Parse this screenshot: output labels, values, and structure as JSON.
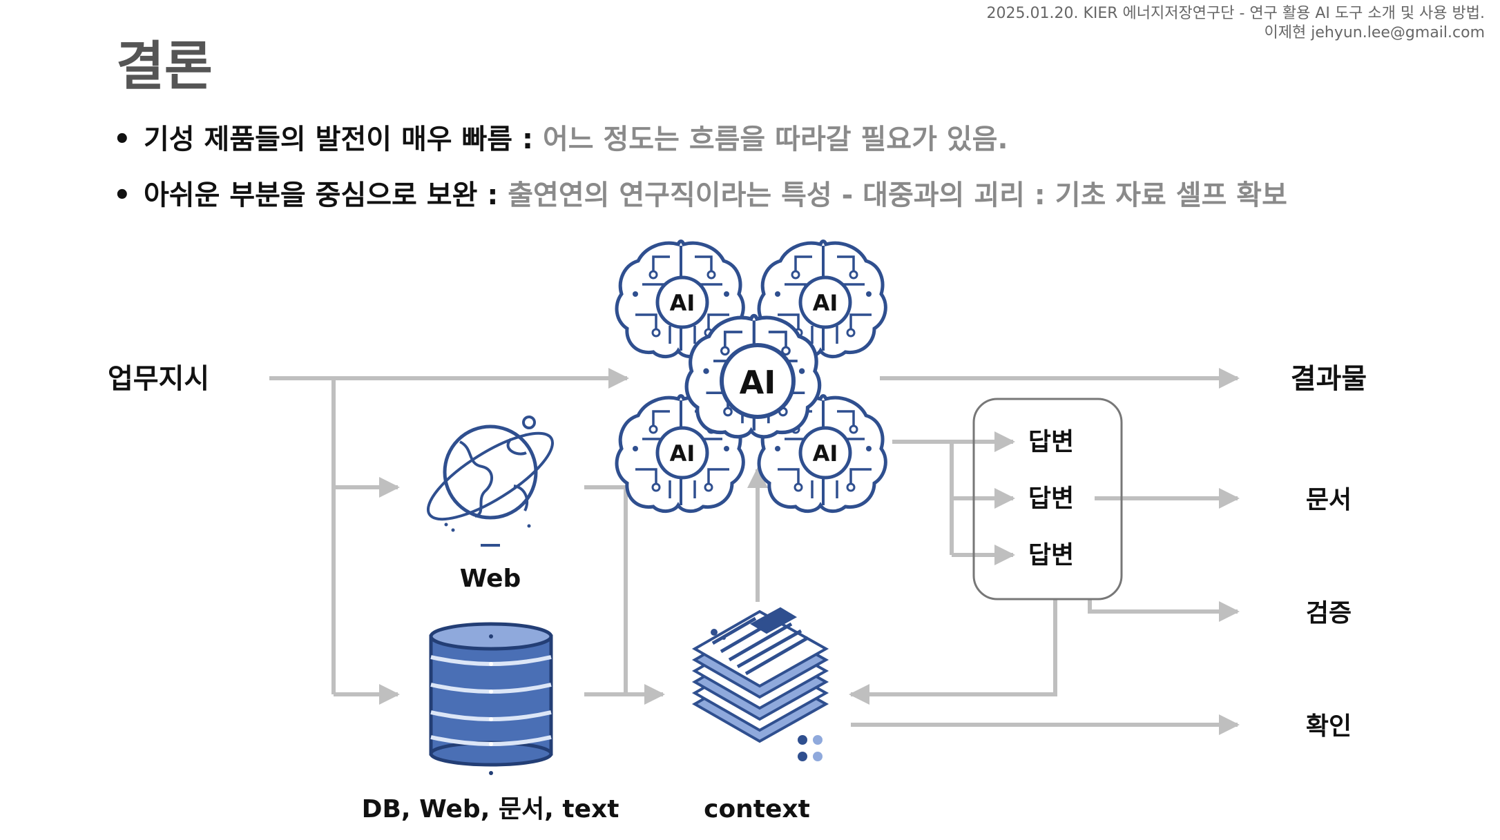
{
  "header": {
    "line1": "2025.01.20. KIER 에너지저장연구단 - 연구 활용 AI 도구 소개 및 사용 방법.",
    "line2": "이제현 jehyun.lee@gmail.com"
  },
  "title": "결론",
  "bullets": [
    {
      "key": "기성 제품들의 발전이 매우 빠름",
      "separator": " : ",
      "rest": "어느 정도는 흐름을 따라갈 필요가 있음."
    },
    {
      "key": "아쉬운 부분을 중심으로 보완",
      "separator": " : ",
      "rest": "출연연의 연구직이라는 특성 - 대중과의 괴리 : 기초 자료 셀프 확보"
    }
  ],
  "diagram": {
    "input_label": "업무지시",
    "web_label": "Web",
    "db_label": "DB, Web, 문서, text",
    "context_label": "context",
    "ai_center_label": "AI",
    "ai_small_labels": [
      "AI",
      "AI",
      "AI",
      "AI"
    ],
    "answers": [
      "답변",
      "답변",
      "답변"
    ],
    "outputs": [
      "결과물",
      "문서",
      "검증",
      "확인"
    ],
    "colors": {
      "arrow": "#bfbfbf",
      "icon": "#2f4f8f",
      "icon_light": "#6f8fc8"
    }
  }
}
